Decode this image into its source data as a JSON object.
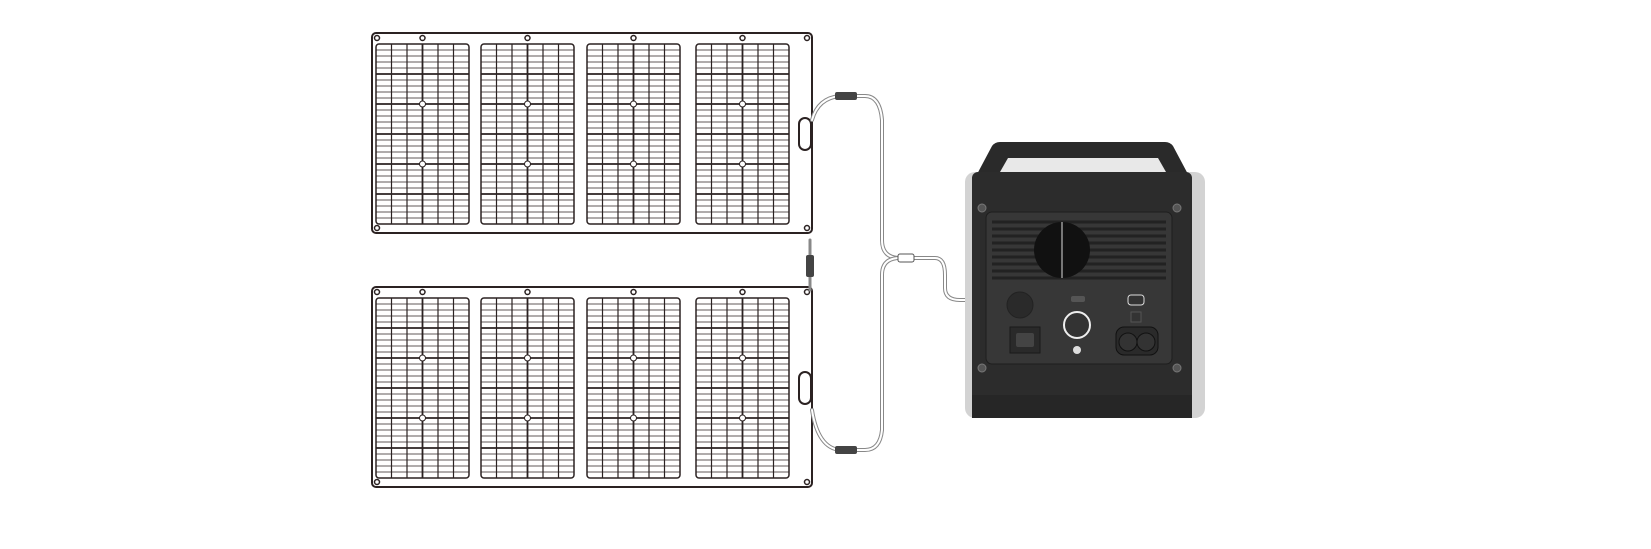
{
  "colors": {
    "panel_line": "#2b2222",
    "cable": "#8a8a8a",
    "station_body": "#2c2c2c",
    "station_side": "#cfcfcf",
    "station_panel": "#3a3a3a"
  },
  "diagram": {
    "panels": [
      {
        "name": "solar-panel-top",
        "folds": 4
      },
      {
        "name": "solar-panel-bottom",
        "folds": 4
      }
    ],
    "connection": "series"
  }
}
